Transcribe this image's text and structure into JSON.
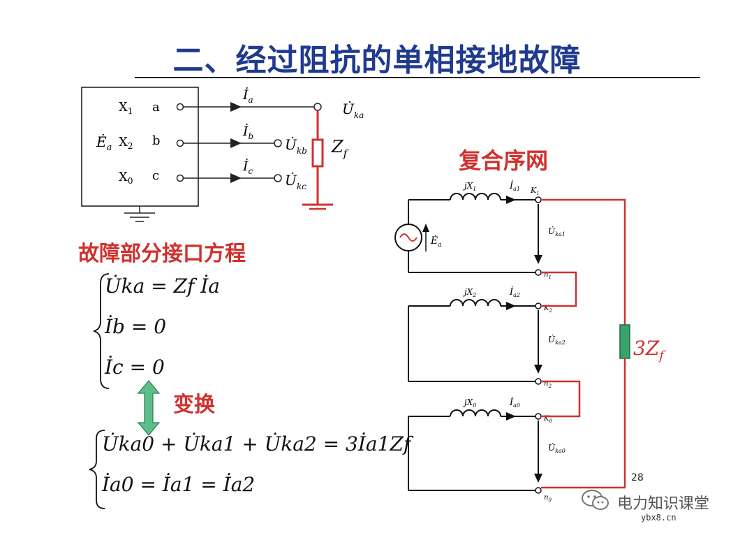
{
  "title": "二、经过阻抗的单相接地故障",
  "left_circuit": {
    "source_label": "Ė",
    "source_sub": "a",
    "rows": [
      {
        "x": "X",
        "x_sub": "1",
        "node": "a",
        "current": "İ",
        "current_sub": "a",
        "voltage": "U̇",
        "voltage_sub": "ka"
      },
      {
        "x": "X",
        "x_sub": "2",
        "node": "b",
        "current": "İ",
        "current_sub": "b",
        "voltage": "U̇",
        "voltage_sub": "kb"
      },
      {
        "x": "X",
        "x_sub": "0",
        "node": "c",
        "current": "İ",
        "current_sub": "c",
        "voltage": "U̇",
        "voltage_sub": "kc"
      }
    ],
    "impedance": "Z",
    "impedance_sub": "f"
  },
  "boundary_heading": "故障部分接口方程",
  "boundary_equations": [
    "U̇ka = Zf İa",
    "İb = 0",
    "İc = 0"
  ],
  "transform_label": "变换",
  "sequence_equations": [
    "U̇ka0 + U̇ka1 + U̇ka2 = 3İa1Zf",
    "İa0 = İa1 = İa2"
  ],
  "network_heading": "复合序网",
  "network": {
    "source": "Ė",
    "source_sub": "a",
    "sequences": [
      {
        "reactance": "jX",
        "r_sub": "1",
        "current": "İ",
        "i_sub": "a1",
        "k_node": "K",
        "k_sub": "1",
        "n_node": "n",
        "n_sub": "1",
        "voltage": "U̇",
        "v_sub": "ka1"
      },
      {
        "reactance": "jX",
        "r_sub": "2",
        "current": "İ",
        "i_sub": "a2",
        "k_node": "K",
        "k_sub": "2",
        "n_node": "n",
        "n_sub": "2",
        "voltage": "U̇",
        "v_sub": "ka2"
      },
      {
        "reactance": "jX",
        "r_sub": "0",
        "current": "İ",
        "i_sub": "a0",
        "k_node": "K",
        "k_sub": "0",
        "n_node": "n",
        "n_sub": "0",
        "voltage": "U̇",
        "v_sub": "ka0"
      }
    ],
    "impedance_label": "3Z",
    "impedance_sub": "f"
  },
  "page_number": "28",
  "watermark": "电力知识课堂",
  "site": "ybx8.cn",
  "colors": {
    "title": "#1f3a8f",
    "accent_red": "#d0312d",
    "resistor_green": "#3aa36b",
    "arrow_green": "#5cbf8a"
  }
}
